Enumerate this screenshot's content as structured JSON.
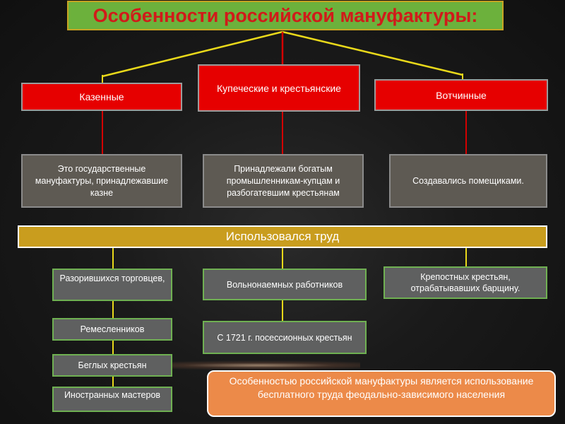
{
  "title": "Особенности российской мануфактуры:",
  "categories": [
    {
      "label": "Казенные",
      "description": "Это государственные мануфактуры, принадлежавшие казне"
    },
    {
      "label": "Купеческие и крестьянские",
      "description": "Принадлежали богатым промышленникам-купцам и разбогатевшим крестьянам"
    },
    {
      "label": "Вотчинные",
      "description": "Создавались помещиками."
    }
  ],
  "labor_header": "Использовался труд",
  "labor": {
    "left": [
      "Разорившихся торговцев,",
      "Ремесленников",
      "Беглых крестьян",
      "Иностранных мастеров"
    ],
    "middle": [
      "Вольнонаемных работников",
      "С 1721 г. посессионных крестьян"
    ],
    "right": [
      "Крепостных крестьян, отрабатывавших барщину."
    ]
  },
  "conclusion": "Особенностью российской мануфактуры является использование бесплатного труда феодально-зависимого населения",
  "colors": {
    "title_bg": "#6cb13c",
    "title_text": "#d11a1a",
    "category_bg": "#e60000",
    "description_bg": "#5e5a53",
    "labor_header_bg": "#c99d1e",
    "item_bg": "#5f6060",
    "item_border": "#6fb052",
    "connector_yellow": "#e8d81a",
    "connector_red": "#d40000",
    "conclusion_bg": "#ec8a49"
  }
}
